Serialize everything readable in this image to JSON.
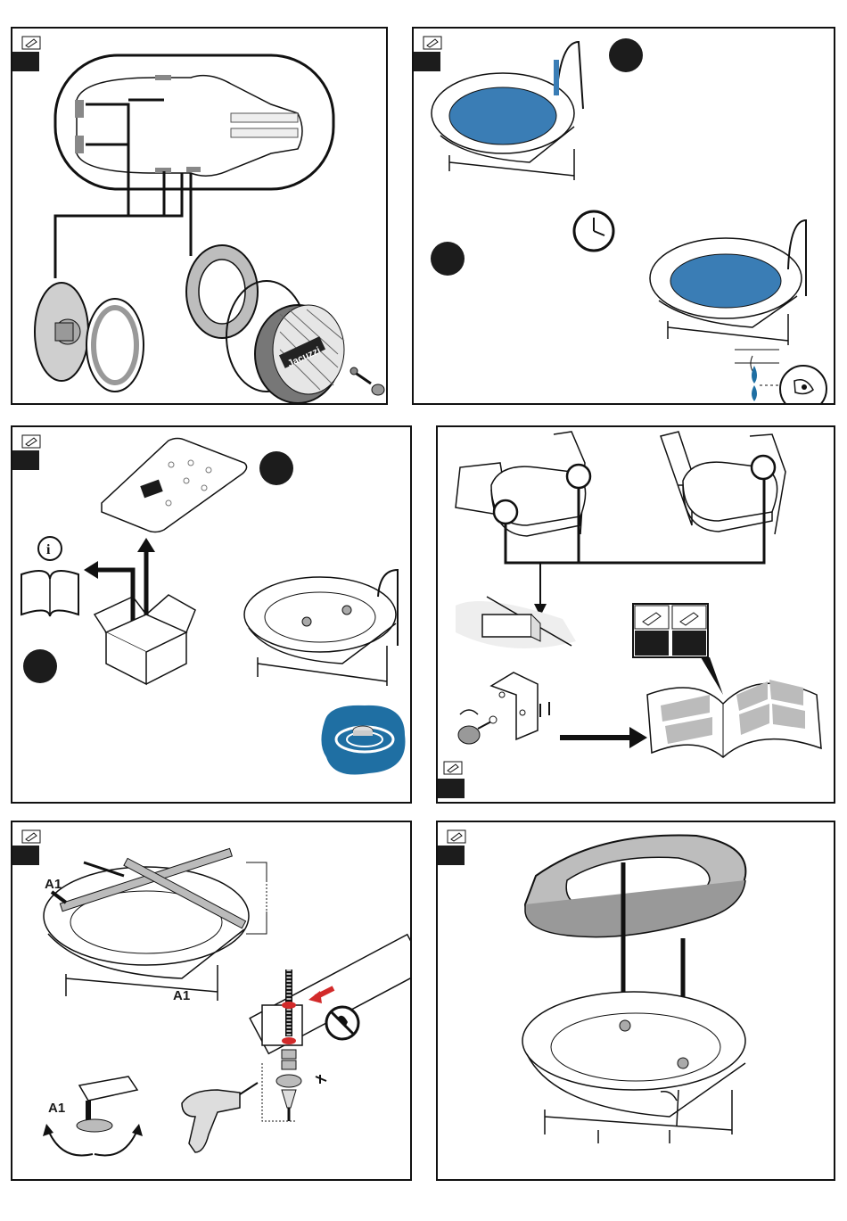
{
  "panels": [
    {
      "id": "jets-overview",
      "brand_logo": "Jacuzzi"
    },
    {
      "id": "fill-test"
    },
    {
      "id": "unpack-remote"
    },
    {
      "id": "wall-bracket"
    },
    {
      "id": "level-frame",
      "label_a1": "A1"
    },
    {
      "id": "fit-rim"
    }
  ],
  "colors": {
    "water": "#3a7db5",
    "brand_blue": "#1f6fa3",
    "red": "#d22a2a",
    "ink": "#1a1a1a",
    "gray": "#c8c8c8"
  }
}
